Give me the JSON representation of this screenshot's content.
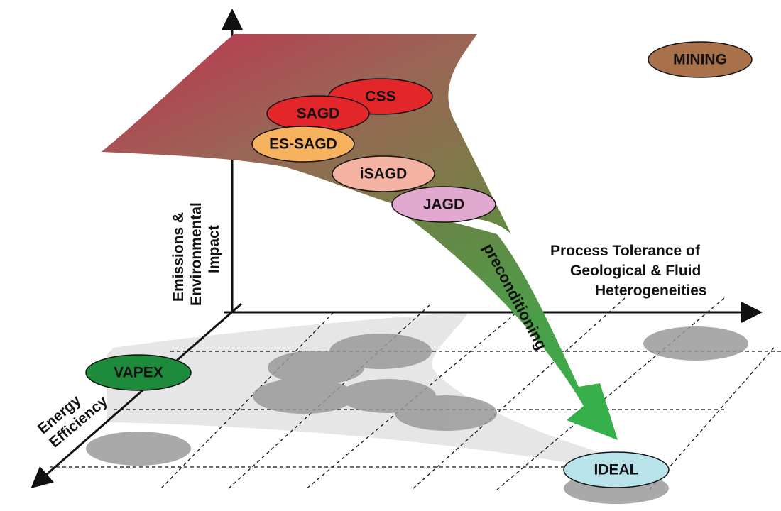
{
  "axes": {
    "vertical_label": [
      "Emissions &",
      "Environmental",
      "Impact"
    ],
    "horizontal_label": [
      "Process Tolerance of",
      "Geological & Fluid",
      "Heterogeneities"
    ],
    "depth_label": [
      "Energy",
      "Efficiency"
    ]
  },
  "processes": {
    "css": "CSS",
    "sagd": "SAGD",
    "es_sagd": "ES-SAGD",
    "isagd": "iSAGD",
    "jagd": "JAGD",
    "mining": "MINING",
    "vapex": "VAPEX",
    "ideal": "IDEAL"
  },
  "arrow_label": "preconditioning",
  "colors": {
    "surface_top": "#b9344f",
    "surface_mid": "#9b6a55",
    "surface_low": "#6f7f45",
    "arrow": "#3fae4a",
    "css": "#e3262a",
    "sagd": "#e3262a",
    "es_sagd": "#f6b25e",
    "isagd": "#f5b3a4",
    "jagd": "#e2a9d0",
    "mining": "#a8714a",
    "vapex": "#1e8b3c",
    "ideal": "#b8e3ea",
    "shadow": "#9a9a9a"
  }
}
